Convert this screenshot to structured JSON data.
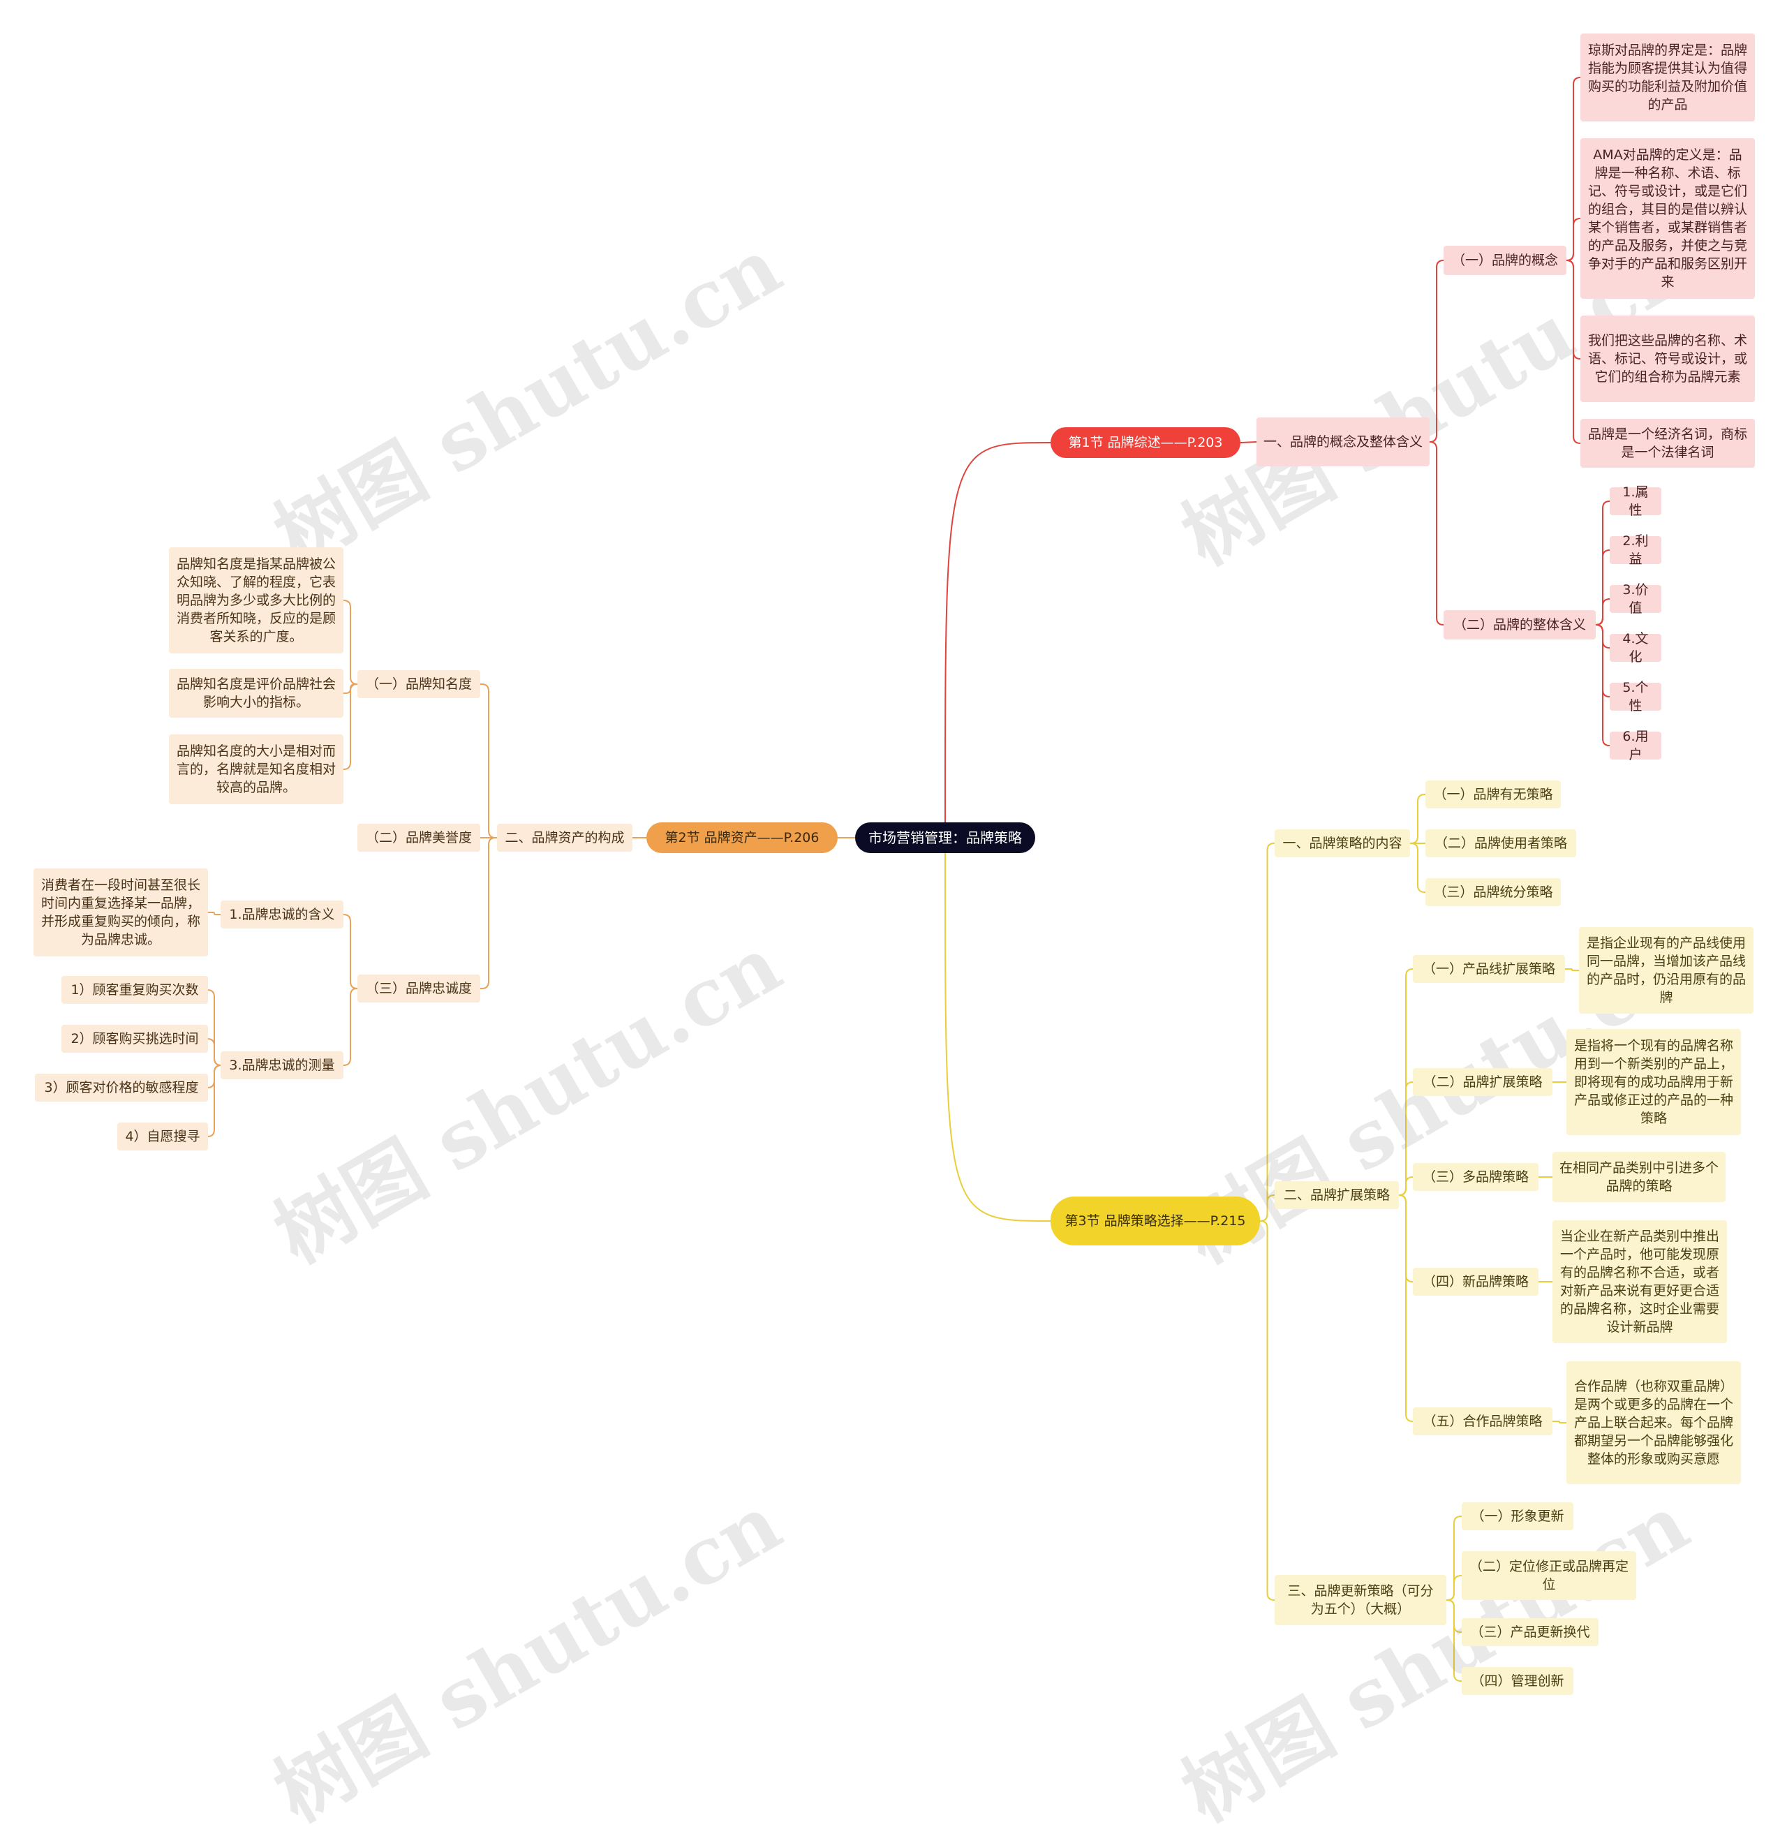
{
  "root": "市场营销管理：品牌策略",
  "sections": {
    "s1": "第1节 品牌综述——P.203",
    "s2": "第2节 品牌资产——P.206",
    "s3": "第3节 品牌策略选择——P.215"
  },
  "s1": {
    "a": "一、品牌的概念及整体含义",
    "concept": "（一）品牌的概念",
    "concept_items": [
      "琼斯对品牌的界定是：品牌指能为顾客提供其认为值得购买的功能利益及附加价值的产品",
      "AMA对品牌的定义是：品牌是一种名称、术语、标记、符号或设计，或是它们的组合，其目的是借以辨认某个销售者，或某群销售者的产品及服务，并使之与竞争对手的产品和服务区别开来",
      "我们把这些品牌的名称、术语、标记、符号或设计，或它们的组合称为品牌元素",
      "品牌是一个经济名词，商标是一个法律名词"
    ],
    "whole": "（二）品牌的整体含义",
    "whole_items": [
      "1.属性",
      "2.利益",
      "3.价值",
      "4.文化",
      "5.个性",
      "6.用户"
    ]
  },
  "s2": {
    "a": "二、品牌资产的构成",
    "aware": "（一）品牌知名度",
    "aware_items": [
      "品牌知名度是指某品牌被公众知晓、了解的程度，它表明品牌为多少或多大比例的消费者所知晓，反应的是顾客关系的广度。",
      "品牌知名度是评价品牌社会影响大小的指标。",
      "品牌知名度的大小是相对而言的，名牌就是知名度相对较高的品牌。"
    ],
    "repute": "（二）品牌美誉度",
    "loyal": "（三）品牌忠诚度",
    "loyal_def": "1.品牌忠诚的含义",
    "loyal_def_text": "消费者在一段时间甚至很长时间内重复选择某一品牌，并形成重复购买的倾向，称为品牌忠诚。",
    "loyal_measure": "3.品牌忠诚的测量",
    "loyal_measure_items": [
      "1）顾客重复购买次数",
      "2）顾客购买挑选时间",
      "3）顾客对价格的敏感程度",
      "4）自愿搜寻"
    ]
  },
  "s3": {
    "content": "一、品牌策略的内容",
    "content_items": [
      "（一）品牌有无策略",
      "（二）品牌使用者策略",
      "（三）品牌统分策略"
    ],
    "extend": "二、品牌扩展策略",
    "extend_items": [
      {
        "label": "（一）产品线扩展策略",
        "desc": "是指企业现有的产品线使用同一品牌，当增加该产品线的产品时，仍沿用原有的品牌"
      },
      {
        "label": "（二）品牌扩展策略",
        "desc": "是指将一个现有的品牌名称用到一个新类别的产品上，即将现有的成功品牌用于新产品或修正过的产品的一种策略"
      },
      {
        "label": "（三）多品牌策略",
        "desc": "在相同产品类别中引进多个品牌的策略"
      },
      {
        "label": "（四）新品牌策略",
        "desc": "当企业在新产品类别中推出一个产品时，他可能发现原有的品牌名称不合适，或者对新产品来说有更好更合适的品牌名称，这时企业需要设计新品牌"
      },
      {
        "label": "（五）合作品牌策略",
        "desc": "合作品牌（也称双重品牌）是两个或更多的品牌在一个产品上联合起来。每个品牌都期望另一个品牌能够强化整体的形象或购买意愿"
      }
    ],
    "renew": "三、品牌更新策略（可分为五个）（大概）",
    "renew_items": [
      "（一）形象更新",
      "（二）定位修正或品牌再定位",
      "（三）产品更新换代",
      "（四）管理创新"
    ]
  },
  "watermark": "树图 shutu.cn",
  "colors": {
    "red": "#e0433c",
    "orange": "#e9a25a",
    "yellow": "#e8cf3a",
    "root": "#0b0b25"
  }
}
